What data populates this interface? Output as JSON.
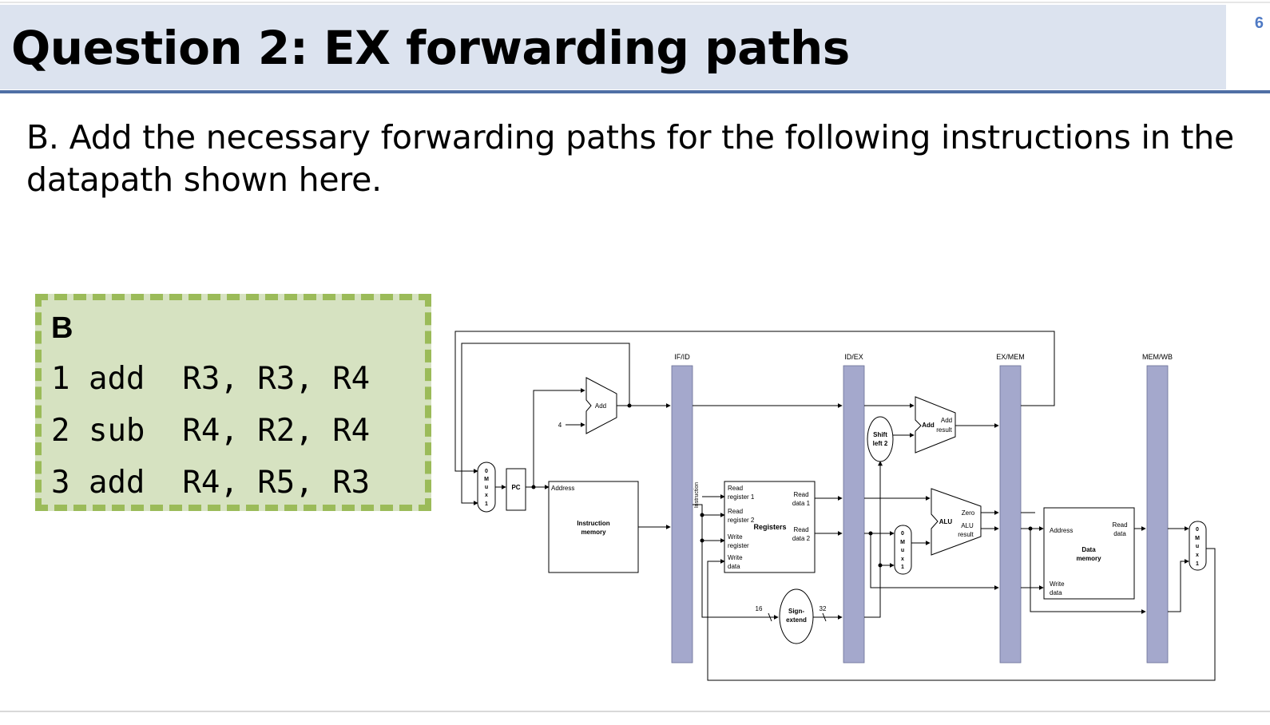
{
  "slide": {
    "title": "Question 2: EX forwarding paths",
    "page_number": "6",
    "body": "B. Add the necessary forwarding paths for the following instructions in the datapath shown here."
  },
  "code_box": {
    "header": "B",
    "lines": [
      "1 add  R3, R3, R4",
      "2 sub  R4, R2, R4",
      "3 add  R4, R5, R3"
    ],
    "background_color": "#d6e2c1",
    "border_color": "#9bbb59"
  },
  "datapath": {
    "pipeline_registers": [
      "IF/ID",
      "ID/EX",
      "EX/MEM",
      "MEM/WB"
    ],
    "pc_label": "PC",
    "pc_adder": "Add",
    "constant_four": "4",
    "instruction_memory": {
      "port": "Address",
      "title_1": "Instruction",
      "title_2": "memory"
    },
    "instruction_label": "Instruction",
    "registers": {
      "title": "Registers",
      "read_reg1": [
        "Read",
        "register 1"
      ],
      "read_reg2": [
        "Read",
        "register 2"
      ],
      "write_reg": [
        "Write",
        "register"
      ],
      "write_data": [
        "Write",
        "data"
      ],
      "read_data1": [
        "Read",
        "data 1"
      ],
      "read_data2": [
        "Read",
        "data 2"
      ]
    },
    "sign_extend": [
      "Sign-",
      "extend"
    ],
    "bits_in": "16",
    "bits_out": "32",
    "shift_left": [
      "Shift",
      "left 2"
    ],
    "branch_adder": {
      "name": "Add",
      "result": [
        "Add",
        "result"
      ]
    },
    "alu": {
      "name": "ALU",
      "zero": "Zero",
      "result": [
        "ALU",
        "result"
      ]
    },
    "data_memory": {
      "address": "Address",
      "title": [
        "Data",
        "memory"
      ],
      "read_data": [
        "Read",
        "data"
      ],
      "write_data": [
        "Write",
        "data"
      ]
    },
    "mux_letters": [
      "0",
      "M",
      "u",
      "x",
      "1"
    ],
    "colors": {
      "pipeline_register": "#a4a8cc",
      "wire": "#000000"
    }
  }
}
